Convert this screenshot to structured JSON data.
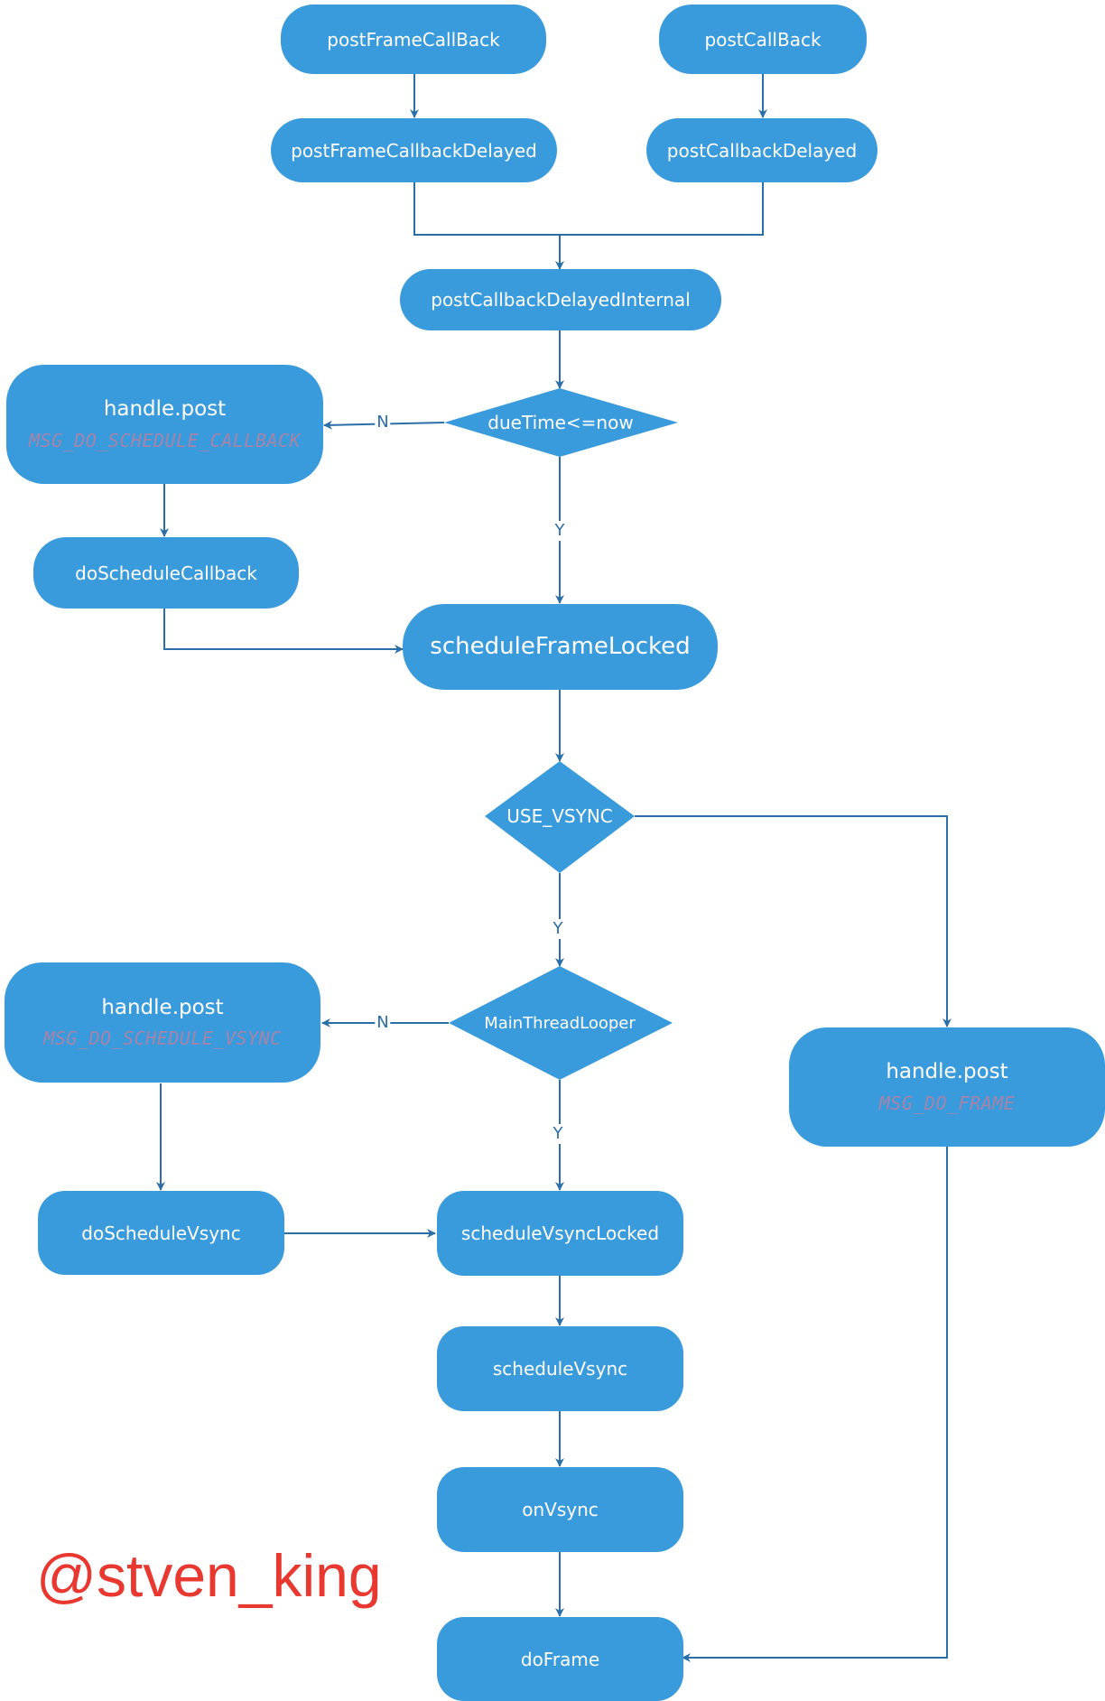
{
  "nodes": {
    "postFrameCallBack": "postFrameCallBack",
    "postCallBack": "postCallBack",
    "postFrameCallbackDelayed": "postFrameCallbackDelayed",
    "postCallbackDelayed": "postCallbackDelayed",
    "postCallbackDelayedInternal": "postCallbackDelayedInternal",
    "dueTimeDecision": "dueTime<=now",
    "handlePostScheduleCallback": {
      "title": "handle.post",
      "message": "MSG_DO_SCHEDULE_CALLBACK"
    },
    "doScheduleCallback": "doScheduleCallback",
    "scheduleFrameLocked": "scheduleFrameLocked",
    "useVsyncDecision": "USE_VSYNC",
    "mainThreadLooperDecision": "MainThreadLooper",
    "handlePostScheduleVsync": {
      "title": "handle.post",
      "message": "MSG_DO_SCHEDULE_VSYNC"
    },
    "handlePostFrame": {
      "title": "handle.post",
      "message": "MSG_DO_FRAME"
    },
    "doScheduleVsync": "doScheduleVsync",
    "scheduleVsyncLocked": "scheduleVsyncLocked",
    "scheduleVsync": "scheduleVsync",
    "onVsync": "onVsync",
    "doFrame": "doFrame"
  },
  "edge_labels": {
    "dueTime_no": "N",
    "dueTime_yes": "Y",
    "useVsync_yes": "Y",
    "looper_no": "N",
    "looper_yes": "Y"
  },
  "watermark": "@stven_king",
  "colors": {
    "node_fill": "#3a9bdc",
    "connector": "#2a6fa8",
    "message_text": "#a783a8",
    "watermark": "#e8382f"
  }
}
